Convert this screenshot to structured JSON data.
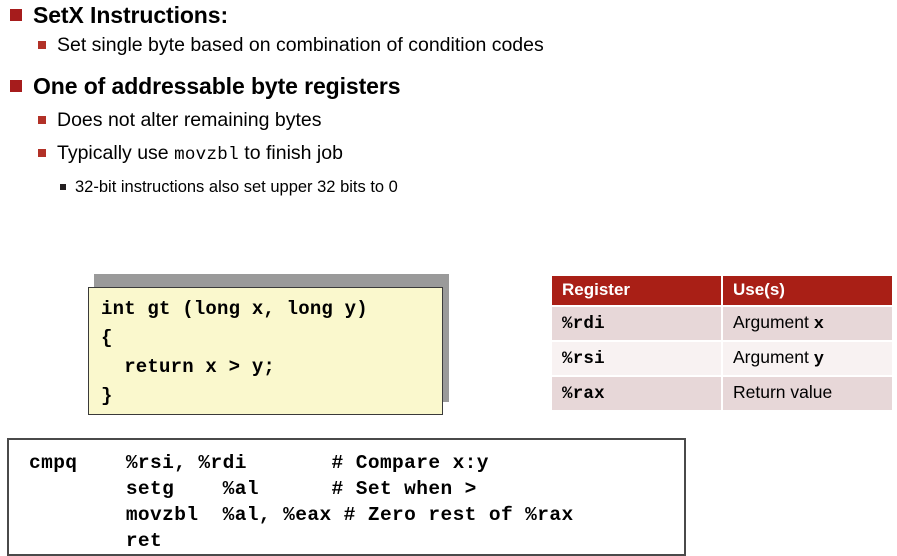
{
  "slide": {
    "bullets": [
      {
        "level": 1,
        "text": "SetX Instructions:",
        "bullet_color": "#a61c1c"
      },
      {
        "level": 2,
        "text": "Set single byte based on combination of condition codes",
        "bullet_color": "#b23127"
      },
      {
        "level": 1,
        "text": "One of addressable byte registers",
        "bullet_color": "#a61c1c"
      },
      {
        "level": 2,
        "text": "Does not alter remaining bytes",
        "bullet_color": "#b23127"
      },
      {
        "level": 2,
        "text_before": "Typically use ",
        "text_mono": "movzbl",
        "text_after": " to finish job",
        "bullet_color": "#b23127"
      },
      {
        "level": 3,
        "text": "32-bit instructions also set upper 32 bits to 0",
        "bullet_color": "#231f20"
      }
    ]
  },
  "c_code": {
    "text": "int gt (long x, long y)\n{\n  return x > y;\n}",
    "background": "#faf8cd",
    "border_color": "#3a3a3a"
  },
  "register_table": {
    "headers": [
      "Register",
      "Use(s)"
    ],
    "header_background": "#a91f16",
    "rows": [
      {
        "register": "%rdi",
        "use_prefix": "Argument ",
        "use_mono": "x",
        "use_suffix": ""
      },
      {
        "register": "%rsi",
        "use_prefix": "Argument ",
        "use_mono": "y",
        "use_suffix": ""
      },
      {
        "register": "%rax",
        "use_prefix": "Return value",
        "use_mono": "",
        "use_suffix": ""
      }
    ]
  },
  "assembly": {
    "text": "cmpq    %rsi, %rdi       # Compare x:y\n        setg    %al      # Set when >\n        movzbl  %al, %eax # Zero rest of %rax\n        ret",
    "border_color": "#4a4a4a"
  }
}
